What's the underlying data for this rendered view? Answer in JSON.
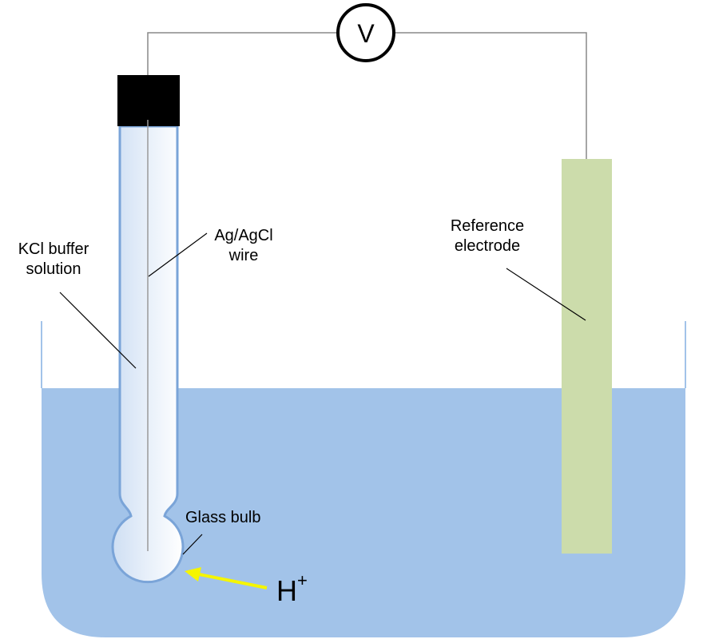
{
  "diagram": {
    "voltmeter": {
      "symbol": "V"
    },
    "labels": {
      "kcl": [
        "KCl buffer",
        "solution"
      ],
      "wire": [
        "Ag/AgCl",
        "wire"
      ],
      "reference": [
        "Reference",
        "electrode"
      ],
      "bulb": "Glass bulb",
      "ion": "H",
      "ion_superscript": "+"
    },
    "colors": {
      "solution": "#a2c3e9",
      "tube_edge": "#7aa4d8",
      "tube_fill": "#edf3fb",
      "reference_electrode": "#ccdcab",
      "cap": "#000000",
      "arrow": "#f5f500",
      "wire": "#888888"
    }
  }
}
